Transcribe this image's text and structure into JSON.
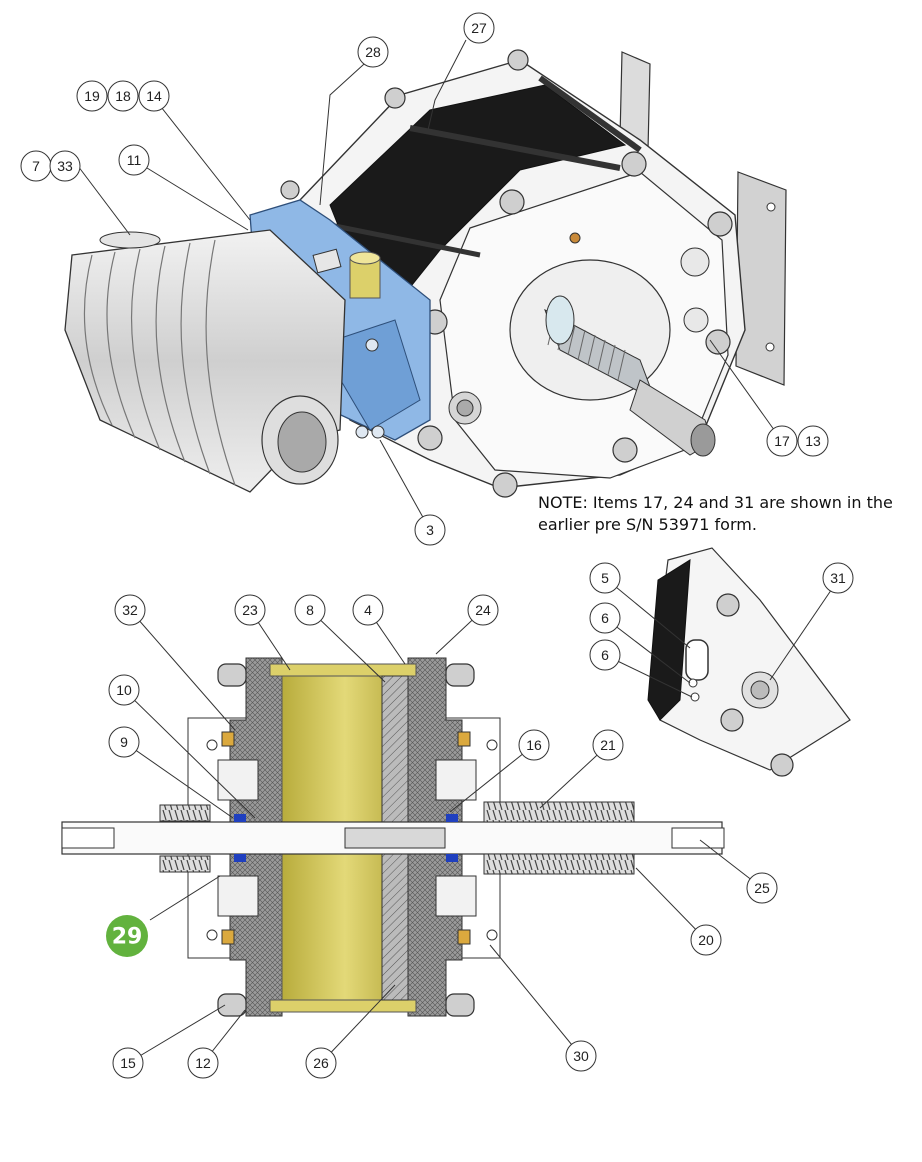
{
  "note": {
    "line1": "NOTE: Items 17, 24 and 31 are shown in the",
    "line2": "earlier pre S/N 53971 form."
  },
  "callouts": {
    "c27": "27",
    "c28": "28",
    "c19": "19",
    "c18": "18",
    "c14": "14",
    "c11": "11",
    "c7": "7",
    "c33": "33",
    "c17": "17",
    "c13": "13",
    "c3": "3",
    "c32": "32",
    "c23": "23",
    "c8": "8",
    "c4": "4",
    "c24": "24",
    "c10": "10",
    "c9": "9",
    "c16": "16",
    "c21": "21",
    "c5": "5",
    "c6a": "6",
    "c6b": "6",
    "c31": "31",
    "c25": "25",
    "c20": "20",
    "c30": "30",
    "c15": "15",
    "c12": "12",
    "c26": "26"
  },
  "highlight": {
    "label": "29",
    "color": "#62b23e"
  },
  "colors": {
    "blue_part": "#8fb8e6",
    "yellow_part": "#dcd06a",
    "dark_band": "#1a1a1a"
  }
}
